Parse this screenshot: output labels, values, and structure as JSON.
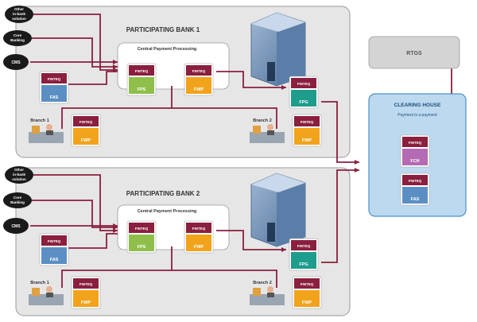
{
  "colors": {
    "wire": "#8a1f3e",
    "badge": "#8a1f3e",
    "bank_panel": "#e6e6e6",
    "bank_border": "#9a9a9a",
    "module_green": "#8fbf4a",
    "module_orange": "#f2a31c",
    "module_teal": "#1e9c8c",
    "module_blue": "#5b8fc4",
    "module_purple": "#b46bb4",
    "clearing_fill": "#bcd9ef",
    "clearing_border": "#4a90c8",
    "rtgs_fill": "#d4d4d4",
    "oval": "#1a1a1a"
  },
  "ovals": {
    "other_line1": "Other",
    "other_line2": "in-bank",
    "other_line3": "solution",
    "core_line1": "Core",
    "core_line2": "Banking",
    "cms": "CMS"
  },
  "bank1": {
    "title": "PARTICIPATING BANK 1",
    "cpp_title": "Central Payment Processing",
    "branch_left": "Branch 1",
    "branch_right": "Branch 2"
  },
  "bank2": {
    "title": "PARTICIPATING BANK 2",
    "cpp_title": "Central Payment Processing",
    "branch_left": "Branch 1",
    "branch_right": "Branch 2"
  },
  "modules": {
    "brand": "FINTEQ",
    "fps": "FPS",
    "fwp": "FWP",
    "fas": "FAS",
    "fpg": "FPG",
    "fch": "FCH"
  },
  "rtgs": "RTGS",
  "clearing_house": {
    "title": "CLEARING HOUSE",
    "subtitle": "Payment is a payment"
  }
}
